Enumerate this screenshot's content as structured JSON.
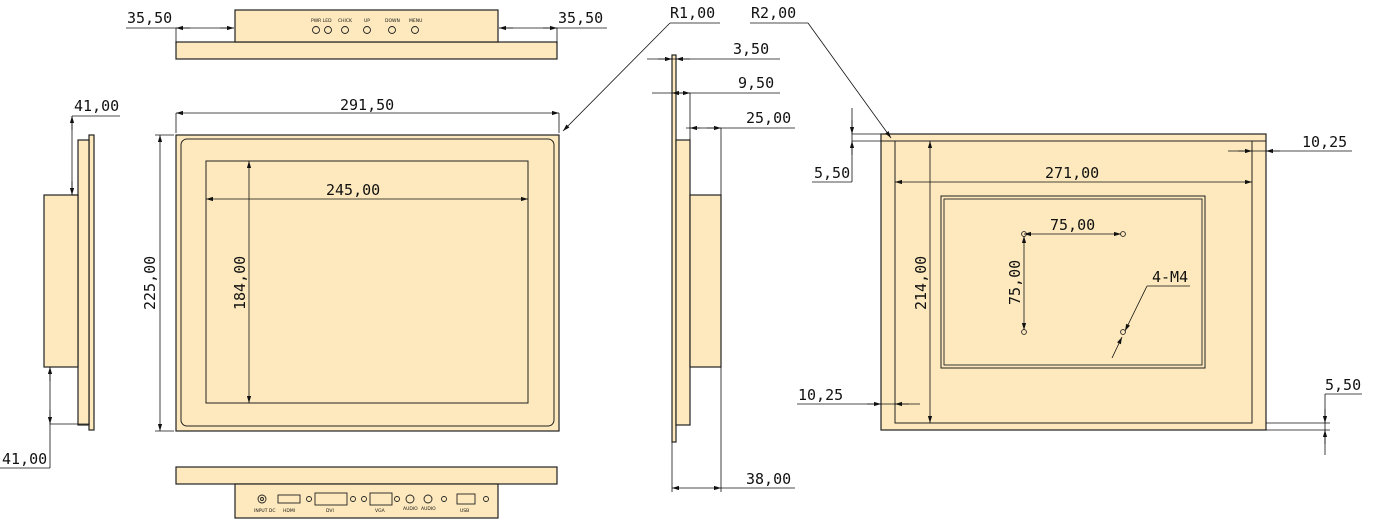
{
  "dimensions": {
    "top_left": "35,50",
    "top_right": "35,50",
    "corner_radius_front": "R1,00",
    "corner_radius_back": "R2,00",
    "left_top": "41,00",
    "left_bottom": "41,00",
    "outer_width": "291,50",
    "outer_height": "225,00",
    "screen_width": "245,00",
    "screen_height": "184,00",
    "side_bezel": "3,50",
    "side_frame": "9,50",
    "side_back": "25,00",
    "side_depth": "38,00",
    "back_top": "5,50",
    "back_right": "10,25",
    "back_width": "271,00",
    "back_height": "214,00",
    "vesa_h": "75,00",
    "vesa_v": "75,00",
    "screw": "4-M4",
    "back_left": "10,25",
    "back_bottom": "5,50"
  },
  "top_buttons": [
    "PWR LED",
    "CHICK",
    "UP",
    "DOWN",
    "MENU"
  ],
  "bottom_ports": [
    "INPUT DC",
    "HDMI",
    "DVI",
    "VGA",
    "AUDIO",
    "AUDIO",
    "USB"
  ]
}
